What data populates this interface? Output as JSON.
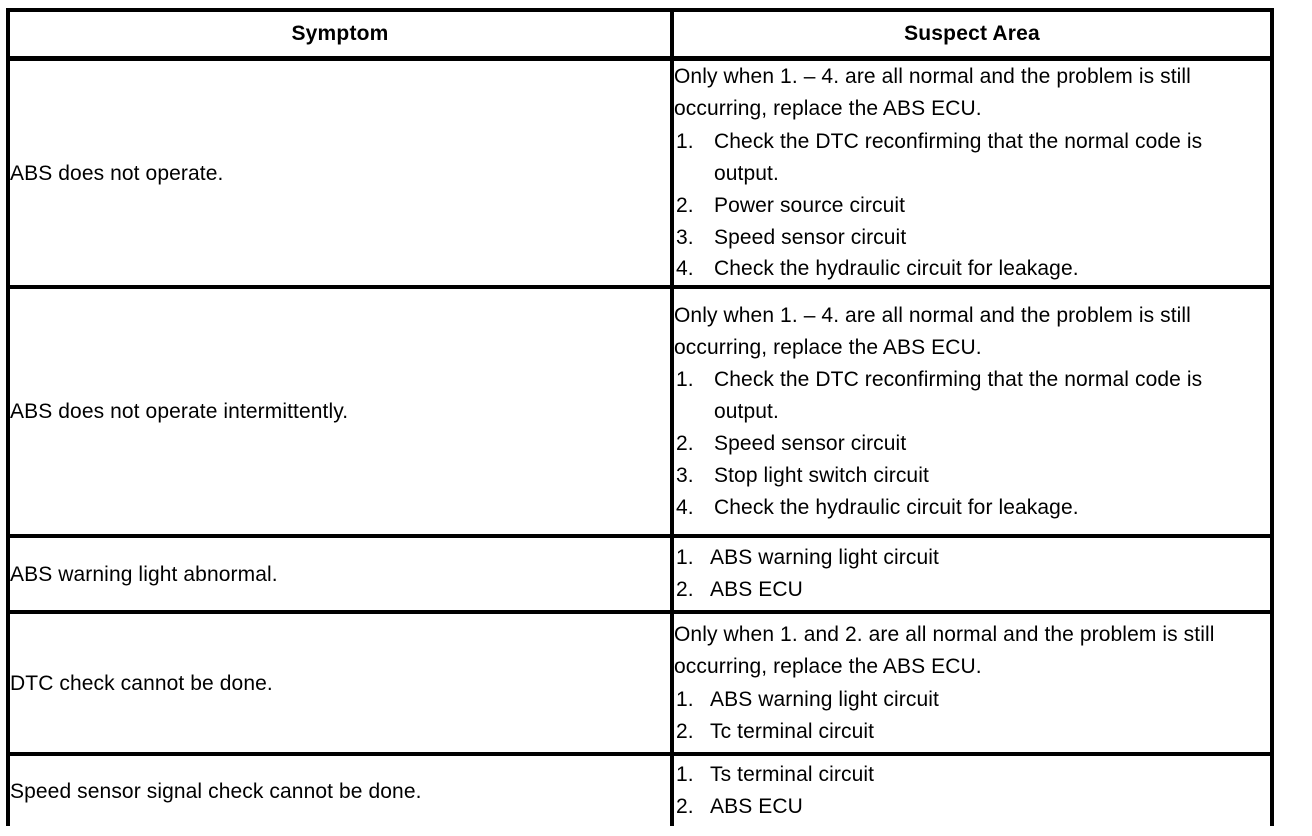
{
  "table": {
    "headers": {
      "symptom": "Symptom",
      "suspect_area": "Suspect Area"
    },
    "rows": [
      {
        "symptom": "ABS does not operate.",
        "intro": "Only when 1. – 4. are all normal and the problem is still occurring, replace the ABS ECU.",
        "items": [
          "Check the DTC reconfirming that the normal code is output.",
          "Power source circuit",
          "Speed sensor circuit",
          "Check the hydraulic circuit for leakage."
        ]
      },
      {
        "symptom": "ABS does not operate intermittently.",
        "intro": "Only when 1. – 4. are all normal and the problem is still occurring, replace the ABS ECU.",
        "items": [
          "Check the DTC reconfirming that the normal code is output.",
          "Speed sensor circuit",
          "Stop light switch circuit",
          "Check the hydraulic circuit for leakage."
        ]
      },
      {
        "symptom": "ABS warning light abnormal.",
        "intro": "",
        "items": [
          "ABS warning light circuit",
          "ABS ECU"
        ]
      },
      {
        "symptom": "DTC check cannot be done.",
        "intro": "Only when 1. and 2. are all normal and the problem is still occurring, replace the ABS ECU.",
        "items": [
          "ABS warning light circuit",
          "Tc terminal circuit"
        ]
      },
      {
        "symptom": "Speed sensor signal check cannot be done.",
        "intro": "",
        "items": [
          "Ts terminal circuit",
          "ABS ECU"
        ]
      }
    ]
  },
  "colors": {
    "ink": "#000000",
    "paper": "#ffffff"
  }
}
